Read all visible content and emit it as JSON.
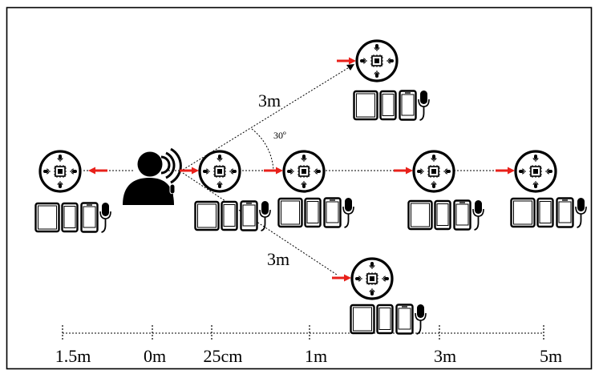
{
  "distance_labels": {
    "upper_path": "3m",
    "lower_path": "3m",
    "angle": "30º"
  },
  "axis": {
    "ticks": [
      {
        "label": "1.5m"
      },
      {
        "label": "0m"
      },
      {
        "label": "25cm"
      },
      {
        "label": "1m"
      },
      {
        "label": "3m"
      },
      {
        "label": "5m"
      }
    ]
  },
  "colors": {
    "arrow": "#e8201a",
    "ink": "#000000",
    "background": "#ffffff"
  },
  "icons": {
    "speaker": "person-speaking-icon",
    "array": "microphone-array-icon",
    "devices": "device-set-icon"
  }
}
